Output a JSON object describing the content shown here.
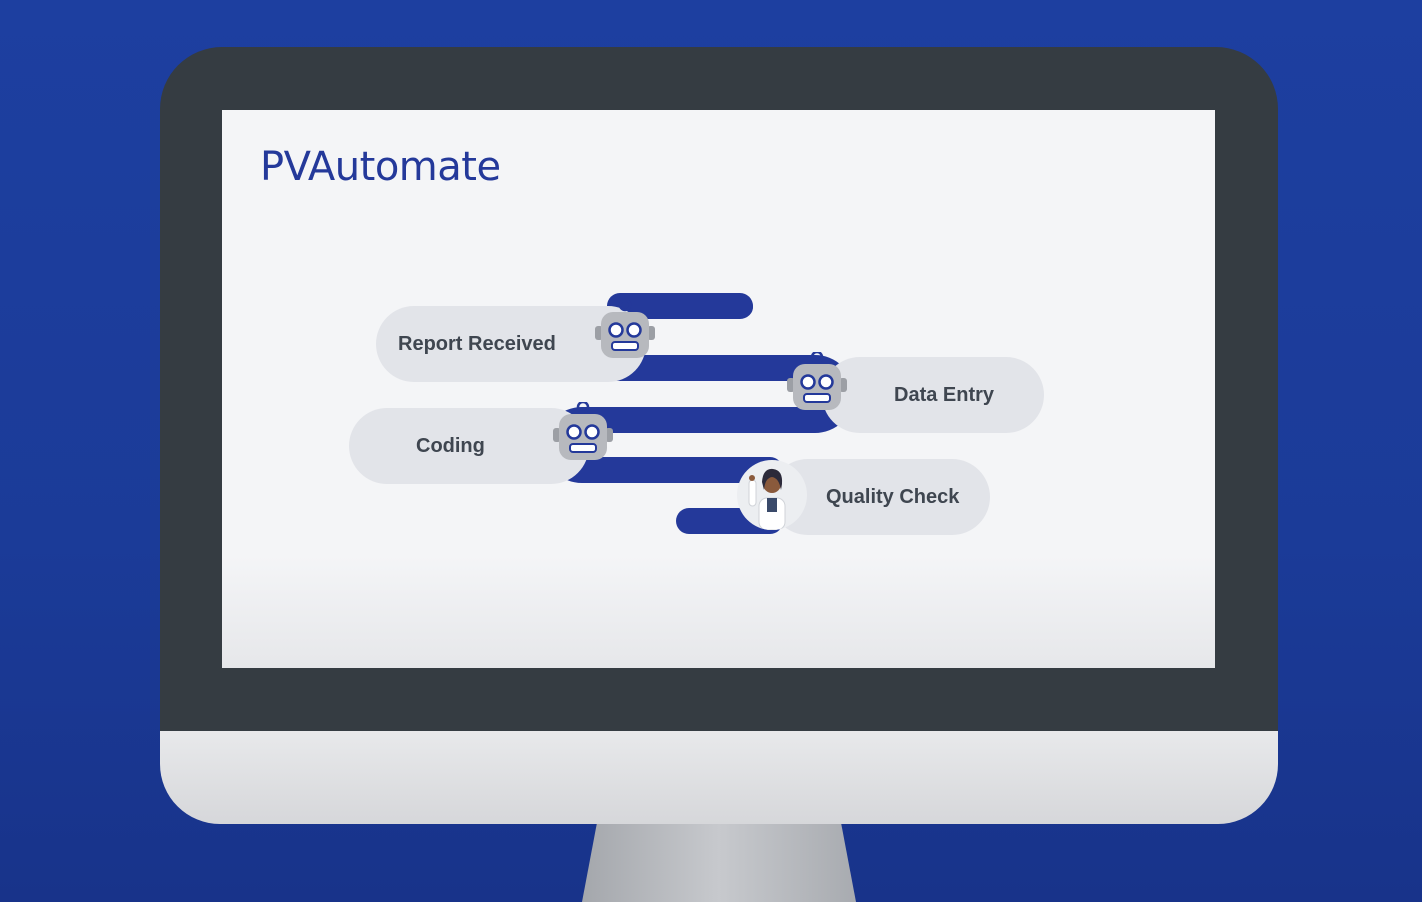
{
  "brand": {
    "logo_text": "PVAutomate",
    "color_primary": "#24399a"
  },
  "workflow": {
    "steps": [
      {
        "label": "Report Received",
        "agent": "robot-icon"
      },
      {
        "label": "Data Entry",
        "agent": "robot-icon"
      },
      {
        "label": "Coding",
        "agent": "robot-icon"
      },
      {
        "label": "Quality Check",
        "agent": "human-icon"
      }
    ]
  },
  "colors": {
    "background": "#1d3fa0",
    "pill": "#e2e4e9",
    "connector": "#24399a",
    "bezel": "#353c42"
  }
}
